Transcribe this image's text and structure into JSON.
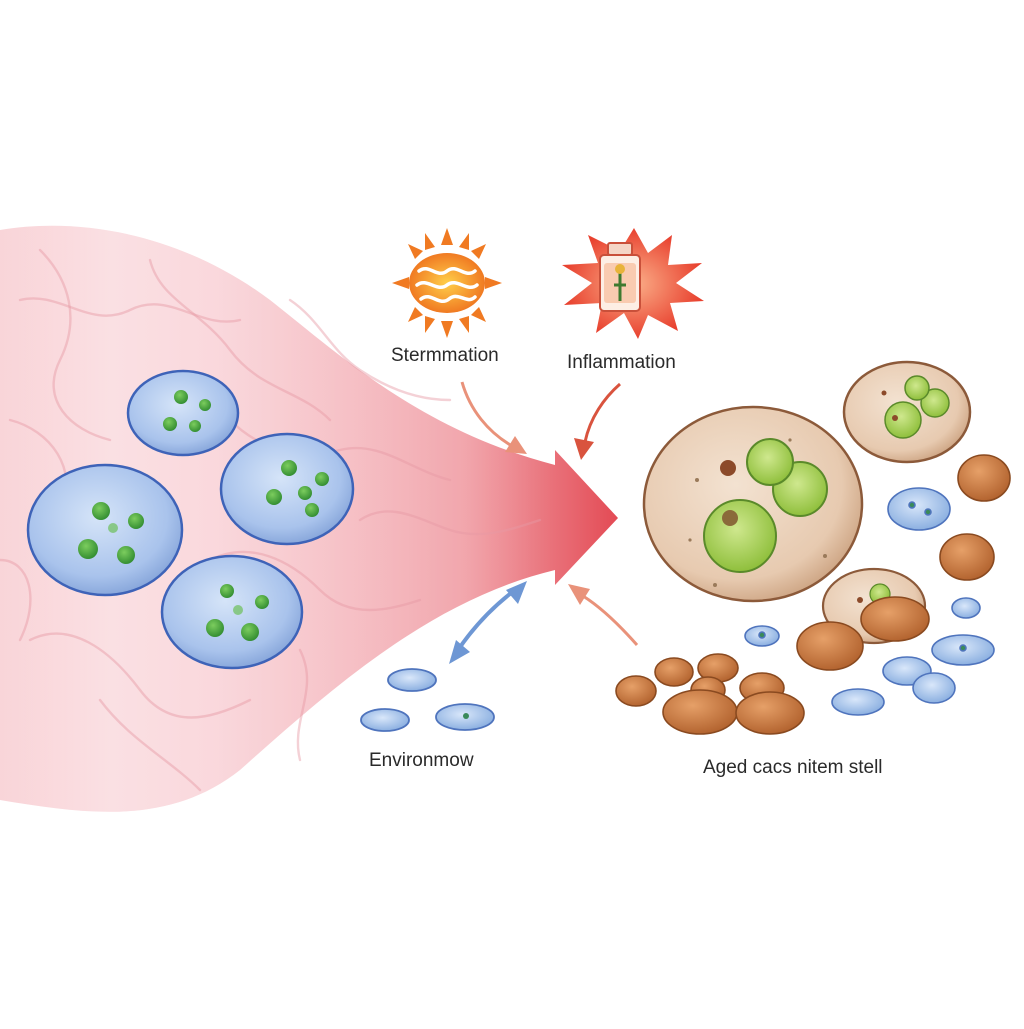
{
  "labels": {
    "stress": "Stermmation",
    "inflammation": "Inflammation",
    "environment": "Environmow",
    "aged": "Aged cacs nitem stell"
  },
  "icons": {
    "stress": "sun-burst-icon",
    "inflammation": "inflammation-burst-icon"
  },
  "colors": {
    "main_arrow": "#e0404a",
    "stress_orange": "#f07a22",
    "inflammation_red": "#e8402e",
    "healthy_cell": "#a9c3ec",
    "healthy_nucleus": "#3a9a3a",
    "aged_cell": "#e9cfb6",
    "aged_nucleus": "#a7cf5a",
    "senescent_brown": "#c87538",
    "blue_small_cell": "#7ea6dc",
    "arrow_salmon": "#e9927a",
    "arrow_blue": "#6e97d4"
  }
}
